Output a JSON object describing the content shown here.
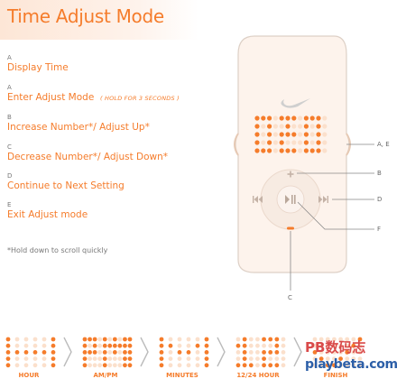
{
  "title": "Time Adjust Mode",
  "steps": [
    {
      "letter": "A",
      "label": "Display Time"
    },
    {
      "letter": "A",
      "label": "Enter Adjust Mode",
      "note": "( HOLD FOR 3 SECONDS )"
    },
    {
      "letter": "B",
      "label": "Increase Number*/ Adjust Up*"
    },
    {
      "letter": "C",
      "label": "Decrease Number*/ Adjust Down*"
    },
    {
      "letter": "D",
      "label": "Continue to Next Setting"
    },
    {
      "letter": "E",
      "label": "Exit Adjust mode"
    }
  ],
  "footnote": "*Hold down to scroll quickly",
  "callouts": {
    "ae": "A, E",
    "b": "B",
    "d": "D",
    "f": "F",
    "c": "C"
  },
  "stages": [
    {
      "label": "HOUR",
      "display": "H"
    },
    {
      "label": "AM/PM",
      "display": "PM"
    },
    {
      "label": "MINUTES",
      "display": "M"
    },
    {
      "label": "12/24 HOUR",
      "display": "12"
    },
    {
      "label": "FINISH",
      "display": "check"
    }
  ],
  "watermark": {
    "top": "PB数码志",
    "bottom": "playbeta.com"
  },
  "colors": {
    "accent": "#f57c2b",
    "dot_dim": "#fbe0cc",
    "device": "#fdf3ec"
  },
  "icons": {
    "brand": "swoosh-icon",
    "up": "plus-icon",
    "down": "minus-icon",
    "prev": "skip-back-icon",
    "next": "skip-forward-icon",
    "play": "play-pause-icon"
  }
}
